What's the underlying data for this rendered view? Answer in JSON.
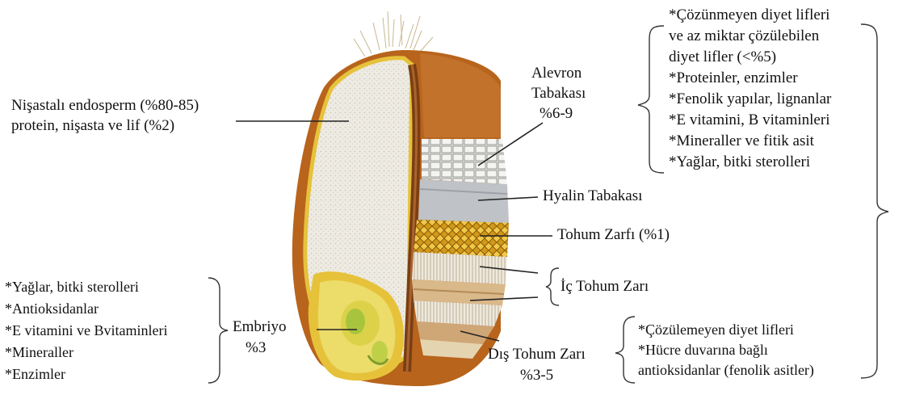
{
  "endosperm": {
    "line1": "Nişastalı endosperm (%80-85)",
    "line2": "protein, nişasta ve lif (%2)"
  },
  "aleurone": {
    "title_line1": "Alevron",
    "title_line2": "Tabakası",
    "percent": "%6-9",
    "contents": [
      "*Çözünmeyen diyet lifleri",
      "ve az miktar çözülebilen",
      "diyet lifler (<%5)",
      "*Proteinler, enzimler",
      "*Fenolik yapılar, lignanlar",
      "*E vitamini, B vitaminleri",
      "*Mineraller ve fitik asit",
      "*Yağlar, bitki sterolleri"
    ]
  },
  "hyaline": {
    "label": "Hyalin Tabakası"
  },
  "seed_coat": {
    "label": "Tohum Zarfı (%1)"
  },
  "inner_pericarp": {
    "label": "İç Tohum Zarı"
  },
  "outer_pericarp": {
    "label": "Dış Tohum Zarı",
    "percent": "%3-5",
    "contents": [
      "*Çözülemeyen diyet lifleri",
      "*Hücre duvarına bağlı",
      "antioksidanlar (fenolik asitler)"
    ]
  },
  "embryo": {
    "label": "Embriyo",
    "percent": "%3",
    "contents": [
      "*Yağlar, bitki sterolleri",
      "*Antioksidanlar",
      "*E vitamini ve Bvitaminleri",
      "*Mineraller",
      "*Enzimler"
    ]
  },
  "colors": {
    "endosperm": "#efece4",
    "bran_outer": "#b8641c",
    "crease": "#7a3e14",
    "aleurone": "#d8d8d4",
    "hyaline": "#b9bcc0",
    "seed_coat": "#d49a1a",
    "germ": "#ecdc6a",
    "husk_yellow": "#e6c23a"
  }
}
